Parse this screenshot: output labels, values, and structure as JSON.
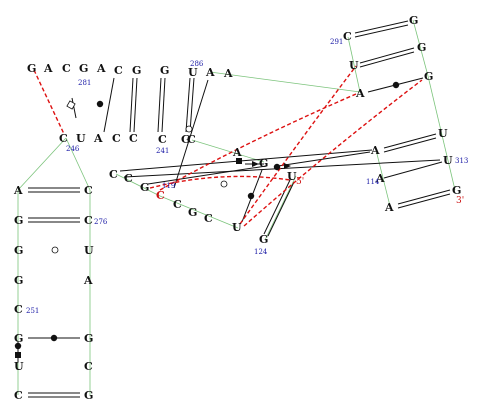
{
  "diagram": {
    "strand_labels": {
      "five_prime": "5'",
      "three_prime": "3'"
    },
    "colors": {
      "backbone": "#7cc47c",
      "pair": "#111111",
      "tertiary": "#dd1111",
      "number": "#1a1aa6"
    },
    "nucleotides": [
      {
        "id": "n1",
        "base": "G"
      },
      {
        "id": "n2",
        "base": "A"
      },
      {
        "id": "n3",
        "base": "C"
      },
      {
        "id": "n4",
        "base": "G"
      },
      {
        "id": "n5",
        "base": "A"
      },
      {
        "id": "n6",
        "base": "C"
      },
      {
        "id": "n7",
        "base": "G"
      },
      {
        "id": "n8",
        "base": "G"
      },
      {
        "id": "n9",
        "base": "U"
      },
      {
        "id": "n10",
        "base": "A"
      },
      {
        "id": "n11",
        "base": "A"
      },
      {
        "id": "n12",
        "base": "C"
      },
      {
        "id": "n13",
        "base": "U"
      },
      {
        "id": "n14",
        "base": "A"
      },
      {
        "id": "n15",
        "base": "C"
      },
      {
        "id": "n16",
        "base": "C"
      },
      {
        "id": "n17",
        "base": "C"
      },
      {
        "id": "n18",
        "base": "G"
      },
      {
        "id": "n19",
        "base": "C"
      },
      {
        "id": "n20",
        "base": "C"
      },
      {
        "id": "n21",
        "base": "G"
      },
      {
        "id": "n22",
        "base": "U"
      },
      {
        "id": "n23",
        "base": "G"
      },
      {
        "id": "n24",
        "base": "A"
      },
      {
        "id": "n25",
        "base": "G"
      },
      {
        "id": "n26",
        "base": "A"
      },
      {
        "id": "n27",
        "base": "U"
      },
      {
        "id": "n28",
        "base": "A"
      },
      {
        "id": "n29",
        "base": "U"
      },
      {
        "id": "n30",
        "base": "A"
      },
      {
        "id": "n31",
        "base": "G"
      },
      {
        "id": "n32",
        "base": "C"
      },
      {
        "id": "n33",
        "base": "C"
      },
      {
        "id": "n34",
        "base": "G"
      },
      {
        "id": "n35",
        "base": "C"
      },
      {
        "id": "n36",
        "base": "C"
      },
      {
        "id": "n37",
        "base": "G"
      },
      {
        "id": "n38",
        "base": "C"
      },
      {
        "id": "n39",
        "base": "U"
      },
      {
        "id": "n40",
        "base": "G"
      },
      {
        "id": "n41",
        "base": "A"
      },
      {
        "id": "n42",
        "base": "G"
      },
      {
        "id": "n43",
        "base": "U"
      },
      {
        "id": "n44",
        "base": "A"
      },
      {
        "id": "n45",
        "base": "C"
      },
      {
        "id": "n46",
        "base": "G"
      },
      {
        "id": "n47",
        "base": "C"
      },
      {
        "id": "n48",
        "base": "G"
      },
      {
        "id": "n49",
        "base": "U"
      },
      {
        "id": "n50",
        "base": "G"
      },
      {
        "id": "n51",
        "base": "C"
      },
      {
        "id": "n52",
        "base": "G"
      },
      {
        "id": "n53",
        "base": "G"
      },
      {
        "id": "n54",
        "base": "U"
      },
      {
        "id": "n55",
        "base": "C"
      },
      {
        "id": "n56",
        "base": "C"
      },
      {
        "id": "n57",
        "base": "G"
      },
      {
        "id": "n58",
        "base": "A"
      }
    ],
    "position_numbers": [
      {
        "id": "p281",
        "label": "281"
      },
      {
        "id": "p286",
        "label": "286"
      },
      {
        "id": "p291",
        "label": "291"
      },
      {
        "id": "p246",
        "label": "246"
      },
      {
        "id": "p241",
        "label": "241"
      },
      {
        "id": "p119",
        "label": "119"
      },
      {
        "id": "p124",
        "label": "124"
      },
      {
        "id": "p114",
        "label": "114"
      },
      {
        "id": "p313",
        "label": "313"
      },
      {
        "id": "p276",
        "label": "276"
      },
      {
        "id": "p251",
        "label": "251"
      }
    ]
  }
}
